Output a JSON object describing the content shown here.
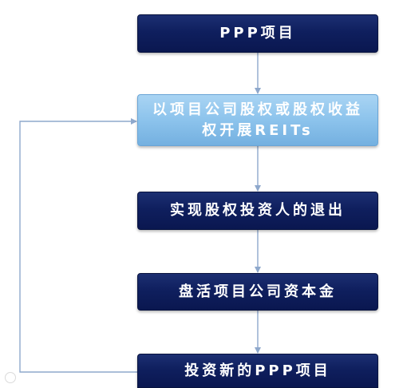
{
  "nodes": [
    {
      "id": "ppp-project",
      "style": "dark",
      "lines": [
        "PPP项目"
      ]
    },
    {
      "id": "reits",
      "style": "light",
      "lines": [
        "以项目公司股权或股权收益",
        "权开展REITs"
      ]
    },
    {
      "id": "investor-exit",
      "style": "dark",
      "lines": [
        "实现股权投资人的退出"
      ]
    },
    {
      "id": "revitalize-capital",
      "style": "dark",
      "lines": [
        "盘活项目公司资本金"
      ]
    },
    {
      "id": "new-ppp-investment",
      "style": "dark",
      "lines": [
        "投资新的PPP项目"
      ]
    }
  ],
  "edges": [
    {
      "from": "ppp-project",
      "to": "reits"
    },
    {
      "from": "reits",
      "to": "investor-exit"
    },
    {
      "from": "investor-exit",
      "to": "revitalize-capital"
    },
    {
      "from": "revitalize-capital",
      "to": "new-ppp-investment"
    },
    {
      "from": "new-ppp-investment",
      "to": "reits",
      "kind": "feedback-loop"
    }
  ],
  "colors": {
    "dark_box": "#0f1f5e",
    "light_box": "#8cc3ec",
    "arrow": "#8ea8cc",
    "text": "#ffffff"
  }
}
